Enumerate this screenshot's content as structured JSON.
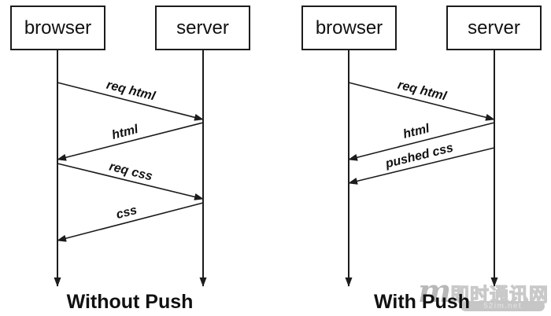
{
  "diagrams": [
    {
      "id": "without-push",
      "caption": "Without Push",
      "actors": [
        {
          "label": "browser"
        },
        {
          "label": "server"
        }
      ],
      "messages": [
        {
          "label": "req html",
          "from": "browser",
          "to": "server"
        },
        {
          "label": "html",
          "from": "server",
          "to": "browser"
        },
        {
          "label": "req css",
          "from": "browser",
          "to": "server"
        },
        {
          "label": "css",
          "from": "server",
          "to": "browser"
        }
      ]
    },
    {
      "id": "with-push",
      "caption": "With Push",
      "actors": [
        {
          "label": "browser"
        },
        {
          "label": "server"
        }
      ],
      "messages": [
        {
          "label": "req html",
          "from": "browser",
          "to": "server"
        },
        {
          "label": "html",
          "from": "server",
          "to": "browser"
        },
        {
          "label": "pushed css",
          "from": "server",
          "to": "browser"
        }
      ]
    }
  ],
  "watermark": {
    "logo": "m",
    "site_name": "即时通讯网",
    "site_url": "52im.net"
  },
  "colors": {
    "ink": "#1c1c1c",
    "background": "#ffffff",
    "watermark_gray": "#c6c6c6"
  }
}
